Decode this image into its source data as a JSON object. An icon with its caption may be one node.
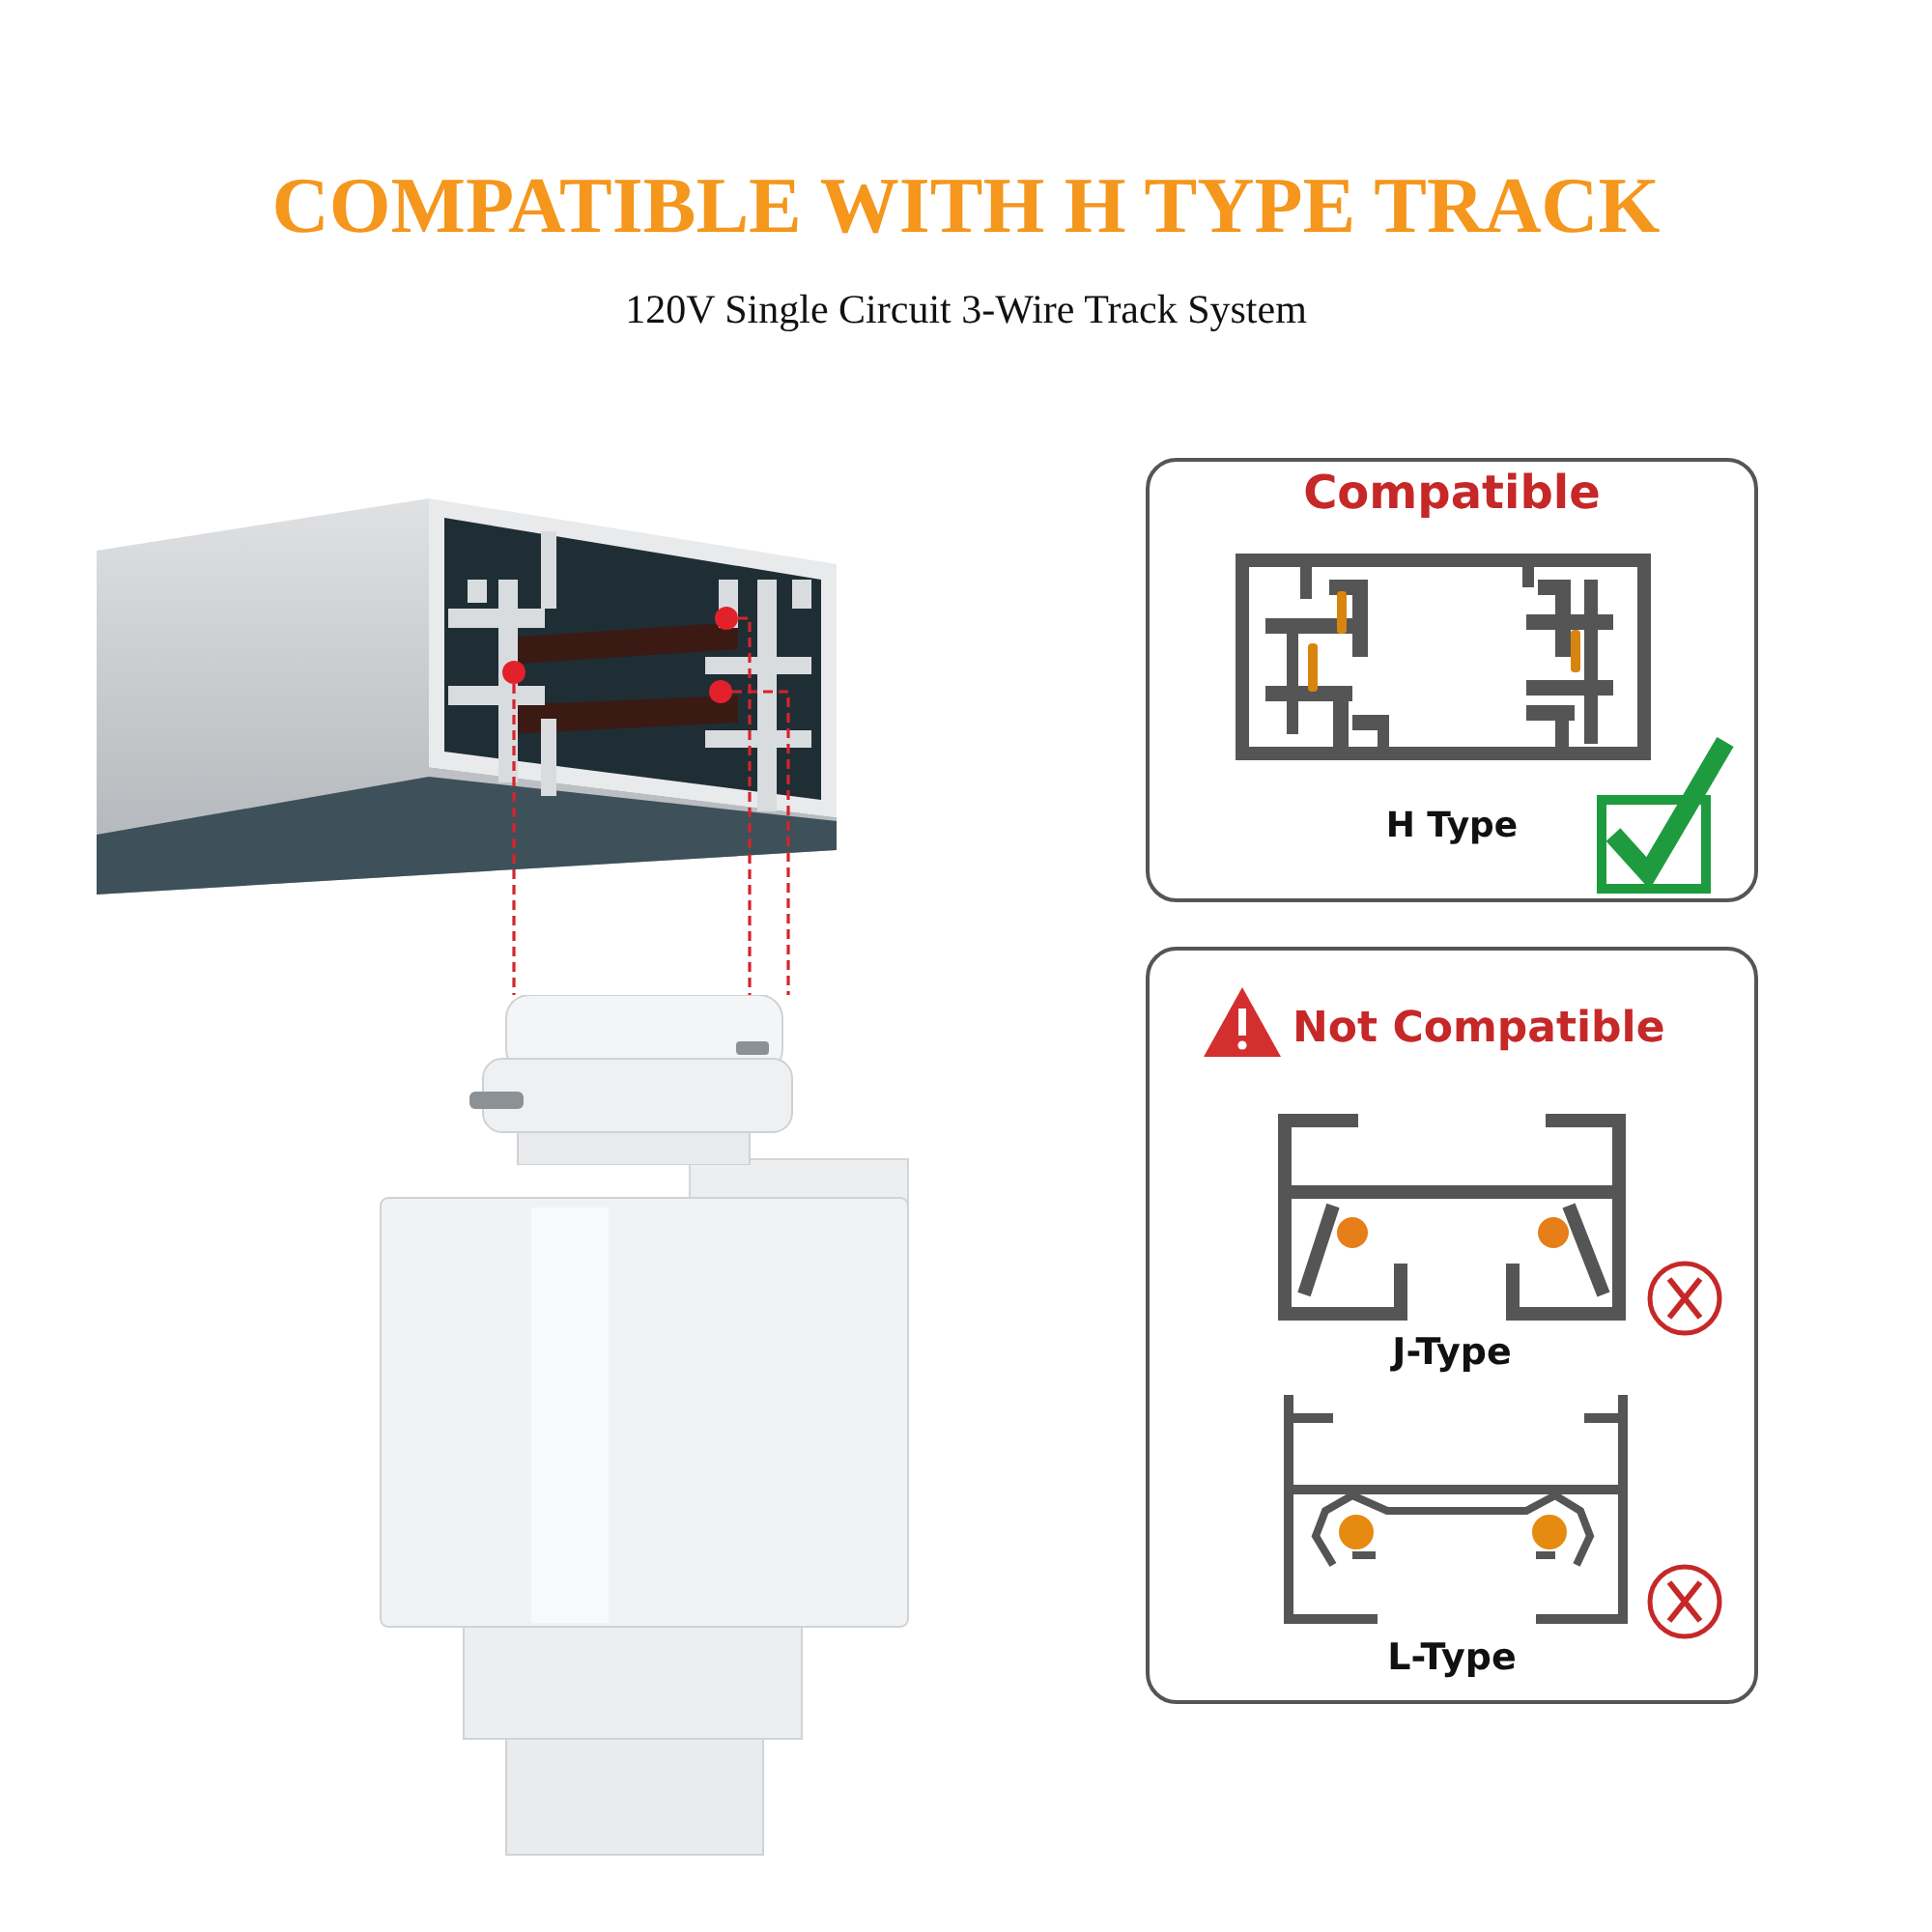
{
  "diagram": {
    "title": "COMPATIBLE WITH H TYPE TRACK",
    "nodes": [
      {
        "text": [
          "Compatible",
          "H Type"
        ]
      },
      {
        "text": [
          "Not Compatible",
          "J-Type",
          "L-Type"
        ]
      },
      {
        "text": [],
        "shape": "circle"
      },
      {
        "text": [],
        "shape": "circle"
      },
      {
        "text": [],
        "shape": "circle"
      },
      {
        "text": [],
        "shape": "picture"
      }
    ],
    "edges": [
      {
        "from": 2,
        "to": 5,
        "arrow": "none",
        "style": "dashed"
      },
      {
        "from": 3,
        "to": 5,
        "arrow": "none",
        "style": "dashed"
      },
      {
        "from": 4,
        "to": 5,
        "arrow": "none",
        "style": "dashed"
      }
    ],
    "labels": [
      "120V Single Circuit 3-Wire Track System"
    ]
  }
}
